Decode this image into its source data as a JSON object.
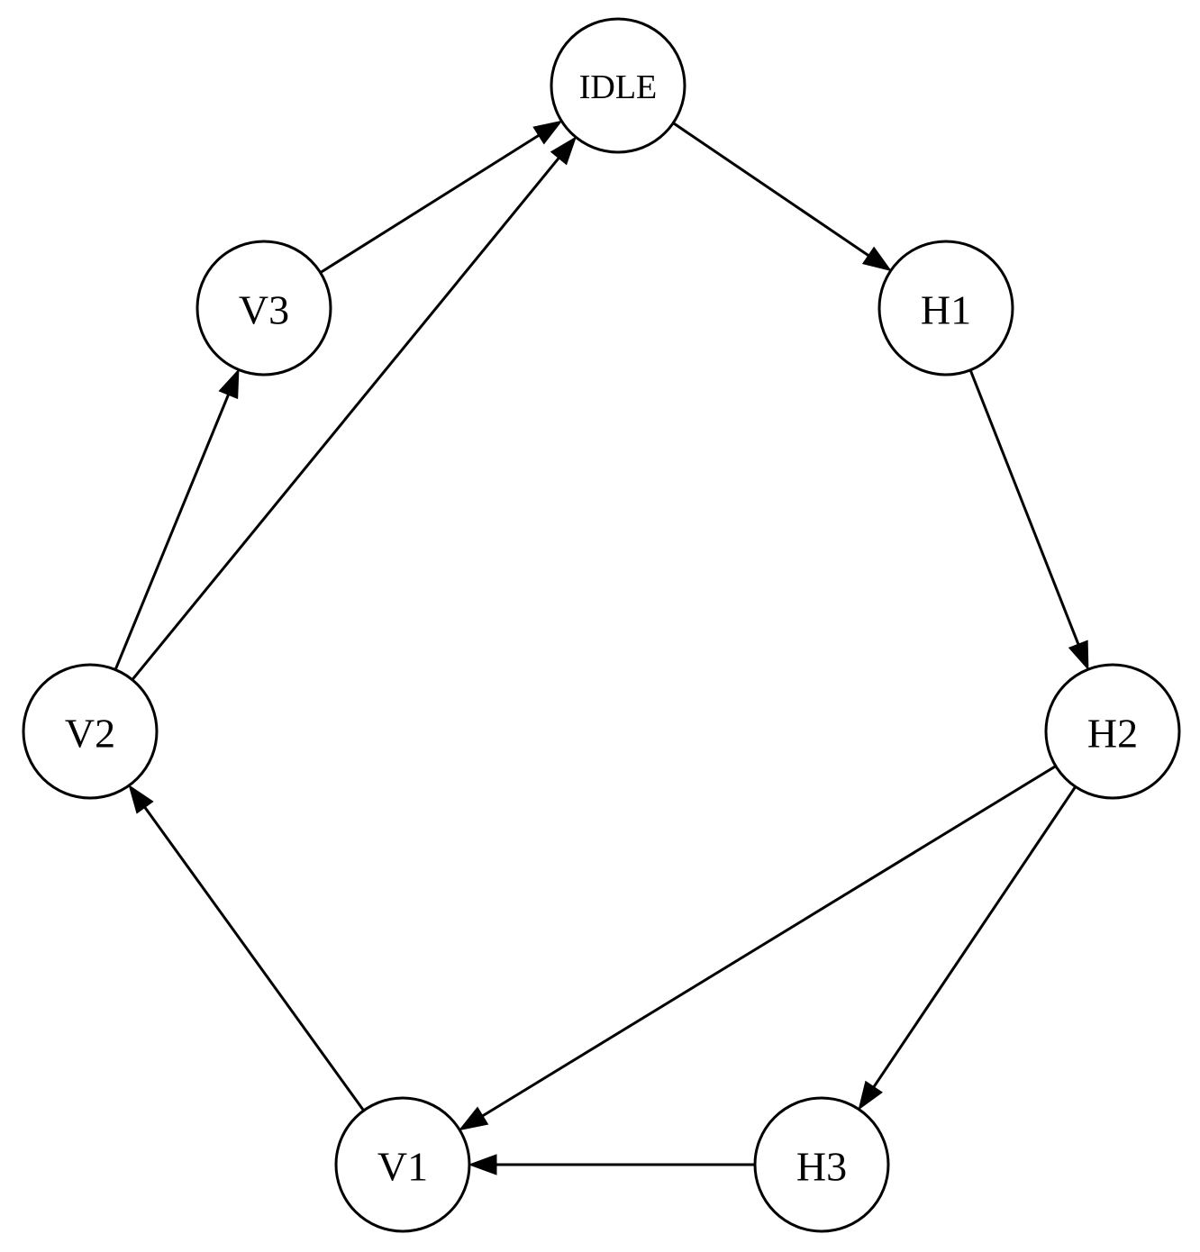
{
  "diagram": {
    "type": "state-diagram",
    "nodes": [
      {
        "id": "IDLE",
        "label": "IDLE"
      },
      {
        "id": "H1",
        "label": "H1"
      },
      {
        "id": "H2",
        "label": "H2"
      },
      {
        "id": "H3",
        "label": "H3"
      },
      {
        "id": "V1",
        "label": "V1"
      },
      {
        "id": "V2",
        "label": "V2"
      },
      {
        "id": "V3",
        "label": "V3"
      }
    ],
    "edges": [
      {
        "from": "IDLE",
        "to": "H1"
      },
      {
        "from": "H1",
        "to": "H2"
      },
      {
        "from": "H2",
        "to": "H3"
      },
      {
        "from": "H2",
        "to": "V1"
      },
      {
        "from": "H3",
        "to": "V1"
      },
      {
        "from": "V1",
        "to": "V2"
      },
      {
        "from": "V2",
        "to": "V3"
      },
      {
        "from": "V2",
        "to": "IDLE"
      },
      {
        "from": "V3",
        "to": "IDLE"
      }
    ]
  }
}
